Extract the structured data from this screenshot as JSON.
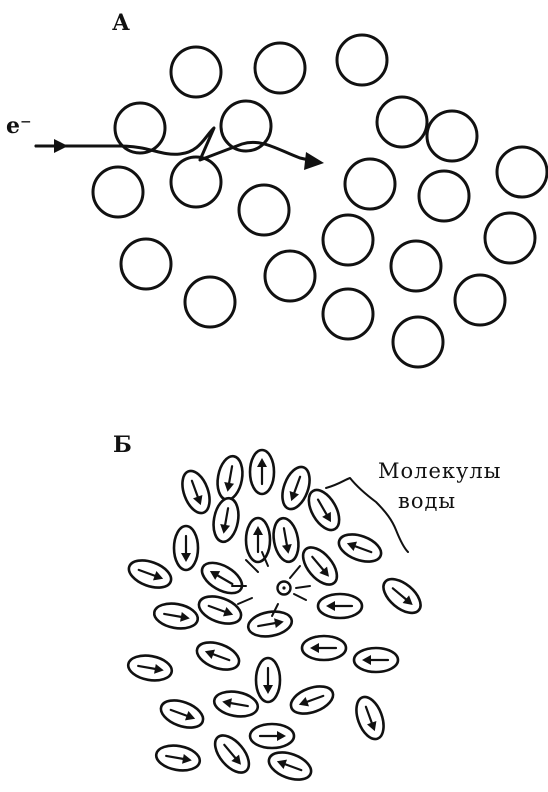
{
  "panel_a": {
    "label": "А",
    "electron_label": "e⁻"
  },
  "panel_b": {
    "label": "Б",
    "water_label_line1": "Молекулы",
    "water_label_line2": "воды"
  },
  "colors": {
    "ink": "#111111",
    "background": "#ffffff"
  }
}
